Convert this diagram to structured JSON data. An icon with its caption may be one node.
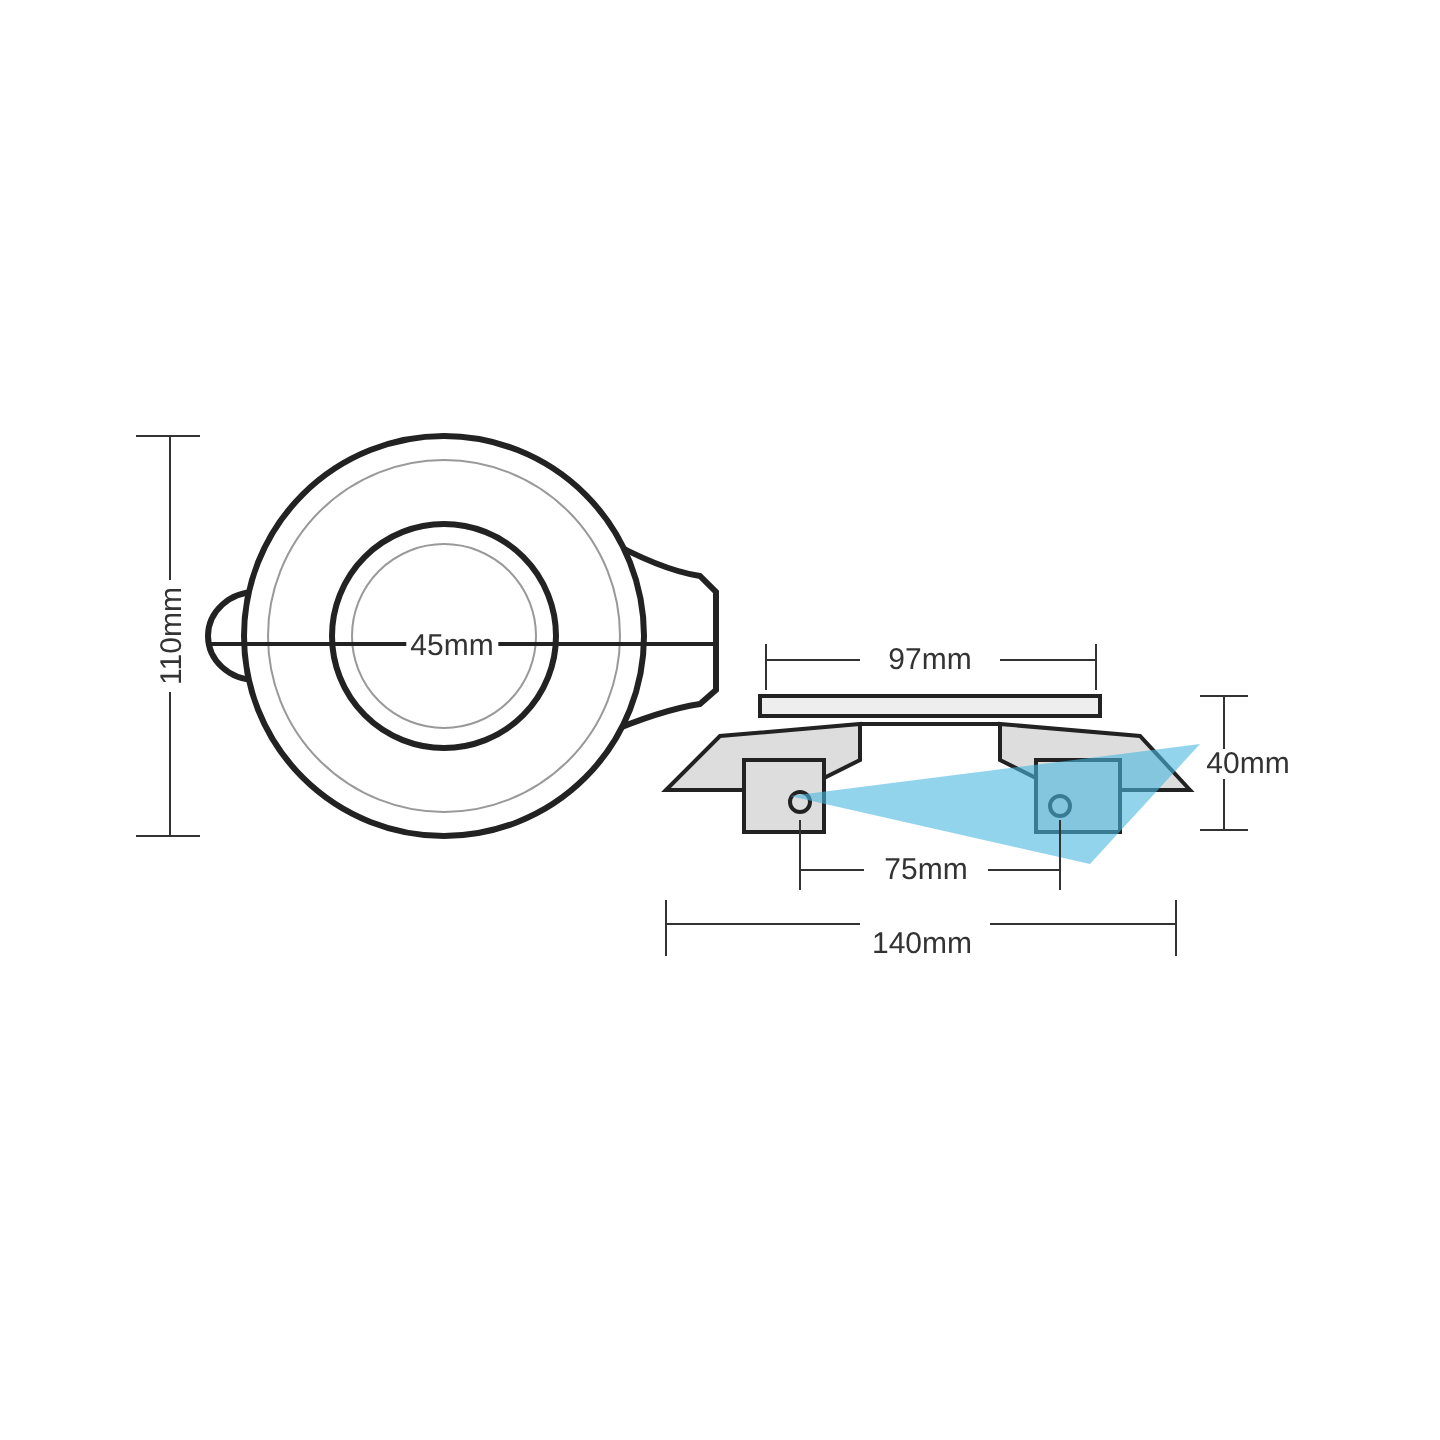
{
  "diagram": {
    "labels": [
      "110mm",
      "45mm",
      "97mm",
      "40mm",
      "75mm",
      "140mm"
    ]
  }
}
